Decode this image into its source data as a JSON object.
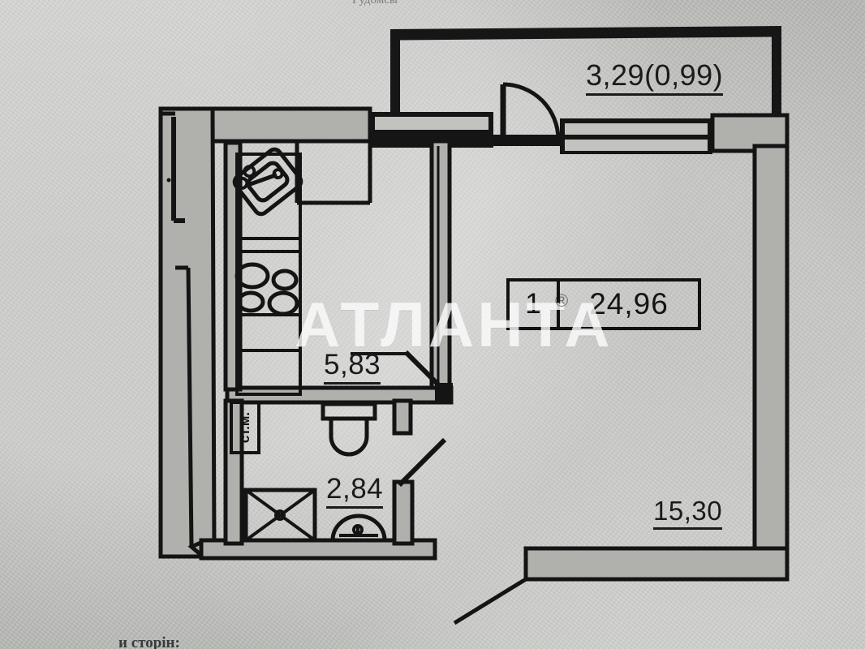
{
  "document": {
    "type": "apartment-floor-plan",
    "background_color": "#c2c3bf",
    "ink_color": "#141414",
    "wall_fill_color": "#b0b1ad"
  },
  "watermark": {
    "text": "АТЛАНТА",
    "registered_mark": "®",
    "color": "#ffffff"
  },
  "labels": {
    "loggia_dimension": "3,29(0,99)",
    "kitchen_area": "5,83",
    "bathroom_area": "2,84",
    "living_room_wall": "15,30"
  },
  "room_tag": {
    "number": "1",
    "area": "24,96"
  },
  "wc_tag": {
    "text": "ст.м."
  },
  "fragments": {
    "top_cut_text": "Рудомсы",
    "bottom_cut_text": "и сторін:"
  },
  "fixtures": [
    {
      "name": "corner-sink",
      "room": "kitchen"
    },
    {
      "name": "stove-4-burner",
      "room": "kitchen"
    },
    {
      "name": "counter-unit",
      "room": "kitchen"
    },
    {
      "name": "toilet",
      "room": "bathroom"
    },
    {
      "name": "shower-tray",
      "room": "bathroom"
    },
    {
      "name": "wash-basin",
      "room": "bathroom"
    }
  ],
  "doors": [
    {
      "name": "entrance-door",
      "swing": "quarter-arc"
    },
    {
      "name": "bathroom-door",
      "swing": "diagonal"
    },
    {
      "name": "kitchen-door",
      "swing": "diagonal"
    }
  ]
}
